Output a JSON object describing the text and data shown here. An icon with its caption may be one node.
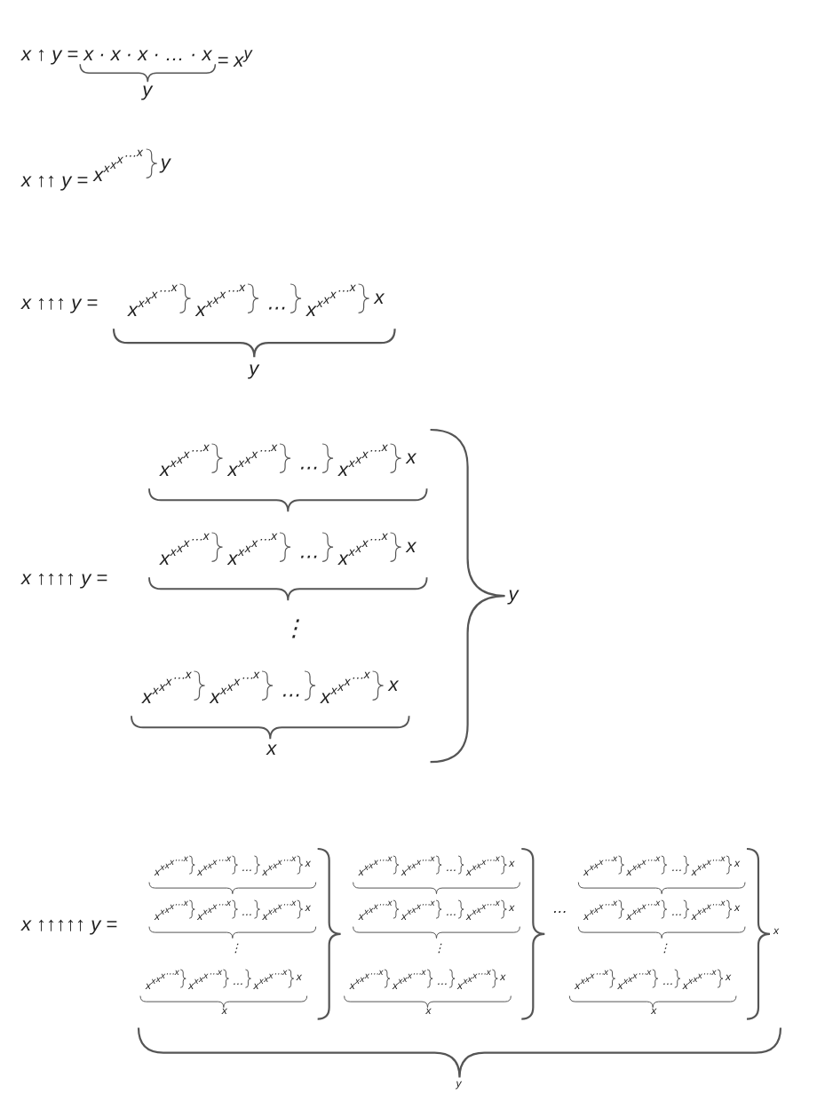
{
  "diagram": {
    "labels": [
      "x ↑ y =",
      "x · x · x · … · x",
      "= x$^{y}$",
      "y",
      "x ↑↑ y =",
      "xxxx⋯x",
      "y",
      "x ↑↑↑ y =",
      "xxxx⋯x",
      "xxxx⋯x",
      "⋯",
      "xxxx⋯x",
      "x",
      "y",
      "x ↑↑↑↑ y =",
      "xxxx⋯x",
      "xxxx⋯x",
      "⋯",
      "xxxx⋯x",
      "x",
      "xxxx⋯x",
      "xxxx⋯x",
      "⋯",
      "xxxx⋯x",
      "x",
      "⋮",
      "xxxx⋯x",
      "xxxx⋯x",
      "⋯",
      "xxxx⋯x",
      "x",
      "x",
      "y",
      "x ↑↑↑↑↑ y =",
      "xxxx⋯x",
      "xxxx⋯x",
      "⋯",
      "xxxx⋯x",
      "x",
      "xxxx⋯x",
      "xxxx⋯x",
      "⋯",
      "xxxx⋯x",
      "x",
      "⋮",
      "xxxx⋯x",
      "xxxx⋯x",
      "⋯",
      "xxxx⋯x",
      "x",
      "x",
      "xxxx⋯x",
      "xxxx⋯x",
      "⋯",
      "xxxx⋯x",
      "x",
      "xxxx⋯x",
      "xxxx⋯x",
      "⋯",
      "xxxx⋯x",
      "x",
      "⋮",
      "xxxx⋯x",
      "xxxx⋯x",
      "⋯",
      "xxxx⋯x",
      "x",
      "x",
      "⋯",
      "xxxx⋯x",
      "xxxx⋯x",
      "⋯",
      "xxxx⋯x",
      "x",
      "xxxx⋯x",
      "xxxx⋯x",
      "⋯",
      "xxxx⋯x",
      "x",
      "⋮",
      "xxxx⋯x",
      "xxxx⋯x",
      "⋯",
      "xxxx⋯x",
      "x",
      "x",
      "x",
      "y"
    ]
  }
}
